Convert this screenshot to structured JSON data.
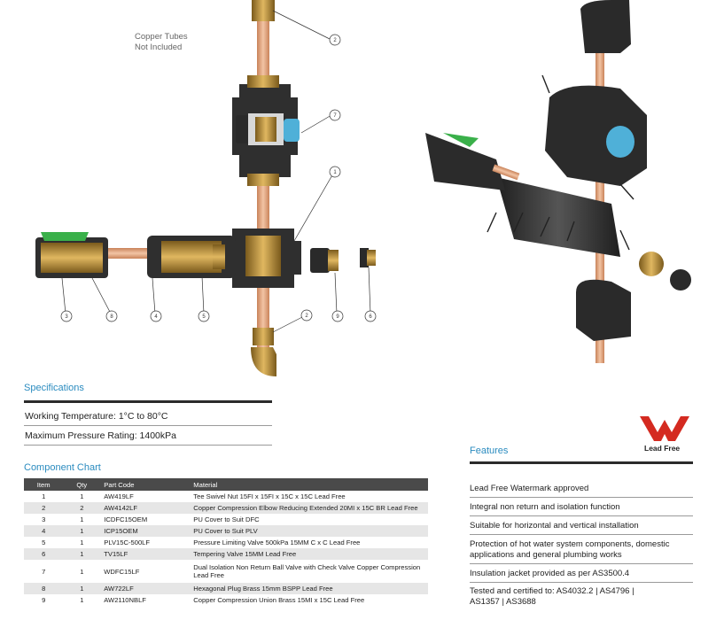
{
  "diagram": {
    "note": [
      "Copper Tubes",
      "Not Included"
    ],
    "callouts": [
      "1",
      "2",
      "2",
      "3",
      "4",
      "5",
      "6",
      "7",
      "8",
      "9"
    ]
  },
  "specifications": {
    "title": "Specifications",
    "lines": [
      "Working Temperature:  1°C to 80°C",
      "Maximum Pressure Rating:  1400kPa"
    ]
  },
  "component_chart": {
    "title": "Component Chart",
    "headers": [
      "Item",
      "Qty",
      "Part Code",
      "Material"
    ],
    "rows": [
      [
        "1",
        "1",
        "AW419LF",
        "Tee Swivel Nut 15FI x 15FI x 15C x 15C Lead Free"
      ],
      [
        "2",
        "2",
        "AW4142LF",
        "Copper Compression Elbow Reducing Extended 20MI x 15C BR Lead Free"
      ],
      [
        "3",
        "1",
        "ICDFC15OEM",
        "PU Cover to Suit DFC"
      ],
      [
        "4",
        "1",
        "ICP15OEM",
        "PU Cover to Suit PLV"
      ],
      [
        "5",
        "1",
        "PLV15C-500LF",
        "Pressure Limiting Valve 500kPa 15MM C x C Lead Free"
      ],
      [
        "6",
        "1",
        "TV15LF",
        "Tempering Valve 15MM Lead Free"
      ],
      [
        "7",
        "1",
        "WDFC15LF",
        "Dual Isolation Non Return Ball Valve with Check Valve Copper Compression Lead Free"
      ],
      [
        "8",
        "1",
        "AW722LF",
        "Hexagonal Plug Brass 15mm BSPP Lead Free"
      ],
      [
        "9",
        "1",
        "AW2110NBLF",
        "Copper Compression Union Brass 15MI x 15C Lead Free"
      ]
    ]
  },
  "watermark": {
    "label": "Lead Free",
    "color": "#d42a20"
  },
  "features": {
    "title": "Features",
    "items": [
      "Lead Free Watermark approved",
      "Integral non return and isolation function",
      "Suitable for horizontal and vertical installation",
      "Protection of hot water system components, domestic applications and general plumbing works",
      "Insulation jacket provided as per AS3500.4",
      "Tested and certified to: AS4032.2 | AS4796 | AS1357 | AS3688"
    ]
  },
  "colors": {
    "accent": "#2a8bbf",
    "header": "#4a4a4a",
    "copper": "#d89a70",
    "brass": "#b8892f",
    "jacket": "#2f2f2f"
  }
}
